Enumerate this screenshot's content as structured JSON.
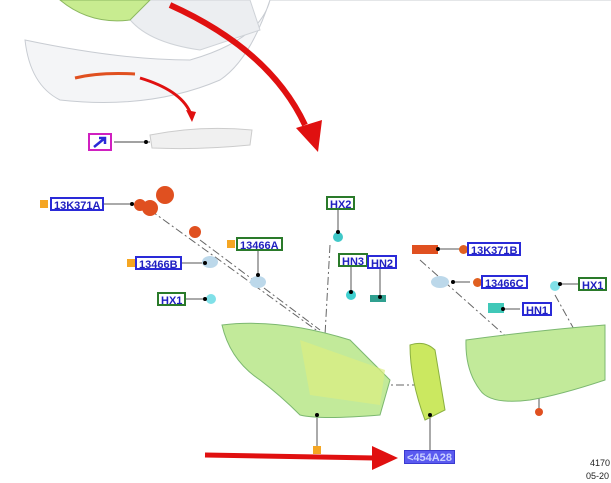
{
  "labels": {
    "k371a": "13K371A",
    "a13466": "13466A",
    "b13466": "13466B",
    "hx1_left": "HX1",
    "hx2": "HX2",
    "hn3": "HN3",
    "hn2": "HN2",
    "k371b": "13K371B",
    "c13466": "13466C",
    "hx1_right": "HX1",
    "hn1": "HN1",
    "a454": "<454A28"
  },
  "reference": {
    "line1": "4170",
    "line2": "05-20"
  },
  "colors": {
    "blue_border": "#2a2ad8",
    "green_border": "#2a7a2a",
    "marker_orange": "#f5a623",
    "connector_red": "#e06020",
    "arrow_red": "#e01010",
    "lamp_green": "#b8e890"
  }
}
